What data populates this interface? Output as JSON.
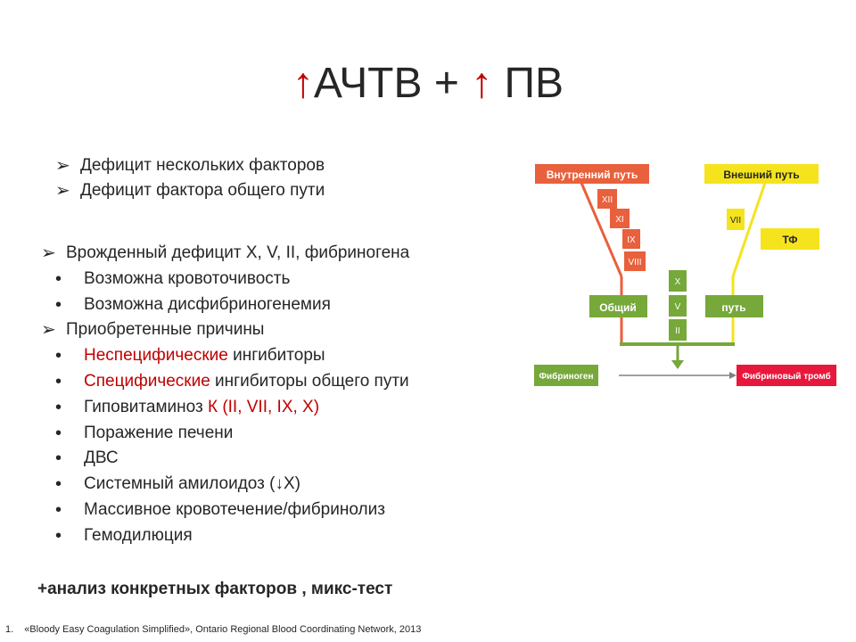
{
  "title": {
    "arrow1": "↑",
    "text1": "АЧТВ + ",
    "arrow2": "↑",
    "text2": " ПВ"
  },
  "list1": [
    "Дефицит нескольких факторов",
    "Дефицит фактора общего пути"
  ],
  "list2": {
    "congenital": "Врожденный дефицит X, V, II, фибриногена",
    "congenital_subs": [
      "Возможна кровоточивость",
      "Возможна дисфибриногенемия"
    ],
    "acquired": "Приобретенные причины",
    "acquired_subs": {
      "s1_red": "Неспецифические",
      "s1_rest": " ингибиторы",
      "s2_red": "Специфические",
      "s2_rest": " ингибиторы общего пути",
      "s3_plain": "Гиповитаминоз ",
      "s3_red": "К (II, VII, IX, X)",
      "s4": "Поражение печени",
      "s5": "ДВС",
      "s6": "Системный амилоидоз (↓X)",
      "s7": "Массивное кровотечение/фибринолиз",
      "s8": "Гемодилюция"
    }
  },
  "closing": "+анализ конкретных факторов , микс-тест",
  "footnote": {
    "number": "1.",
    "text": "«Bloody Easy Coagulation Simplified», Ontario Regional Blood Coordinating Network, 2013"
  },
  "diagram": {
    "intrinsic_label": "Внутренний путь",
    "extrinsic_label": "Внешний путь",
    "intrinsic_factors": [
      "XII",
      "XI",
      "IX",
      "VIII"
    ],
    "extrinsic_factor": "VII",
    "tf_label": "ТФ",
    "common_left": "Общий",
    "common_right": "путь",
    "common_factors": [
      "X",
      "V",
      "II"
    ],
    "fibrinogen": "Фибриноген",
    "clot": "Фибриновый тромб",
    "colors": {
      "intrinsic": "#e8603c",
      "extrinsic": "#f5e31e",
      "common": "#76a83a",
      "clot": "#e8183c",
      "arrow": "#808080",
      "accent_red": "#c00000"
    }
  }
}
